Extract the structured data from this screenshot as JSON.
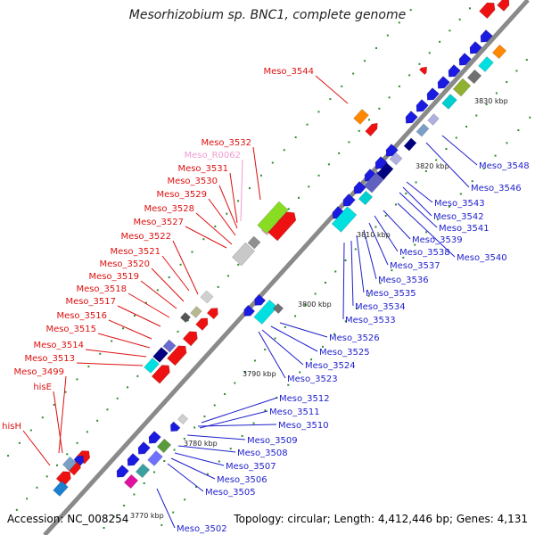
{
  "title": "Mesorhizobium sp. BNC1, complete genome",
  "footer": {
    "accession": "Accession: NC_008254",
    "topology": "Topology: circular; Length: 4,412,446 bp; Genes: 4,131"
  },
  "scale_labels": [
    "3770 kbp",
    "3780 kbp",
    "3790 kbp",
    "3800 kbp",
    "3810 kbp",
    "3820 kbp",
    "3830 kbp"
  ],
  "colors": {
    "red_label": "#dd1111",
    "blue_label": "#1f1fcc",
    "pink_label": "#f29bd0",
    "backbone": "#888888"
  },
  "left_labels": [
    "hisH",
    "hisE",
    "Meso_3499",
    "Meso_3513",
    "Meso_3514",
    "Meso_3515",
    "Meso_3516",
    "Meso_3517",
    "Meso_3518",
    "Meso_3519",
    "Meso_3520",
    "Meso_3521",
    "Meso_3522",
    "Meso_3527",
    "Meso_3528",
    "Meso_3529",
    "Meso_3530",
    "Meso_3531",
    "Meso_R0062",
    "Meso_3532",
    "Meso_3544"
  ],
  "right_labels": [
    "Meso_3502",
    "Meso_3505",
    "Meso_3506",
    "Meso_3507",
    "Meso_3508",
    "Meso_3509",
    "Meso_3510",
    "Meso_3511",
    "Meso_3512",
    "Meso_3523",
    "Meso_3524",
    "Meso_3525",
    "Meso_3526",
    "Meso_3533",
    "Meso_3534",
    "Meso_3535",
    "Meso_3536",
    "Meso_3537",
    "Meso_3538",
    "Meso_3539",
    "Meso_3540",
    "Meso_3541",
    "Meso_3542",
    "Meso_3543",
    "Meso_3546",
    "Meso_3548"
  ]
}
